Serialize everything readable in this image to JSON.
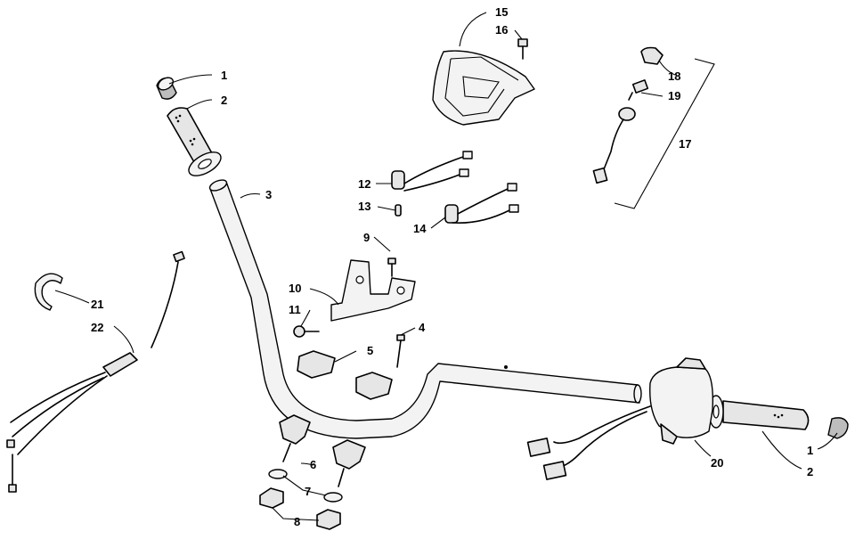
{
  "callouts": [
    {
      "id": "c1a",
      "text": "1"
    },
    {
      "id": "c2a",
      "text": "2"
    },
    {
      "id": "c3",
      "text": "3"
    },
    {
      "id": "c4",
      "text": "4"
    },
    {
      "id": "c5",
      "text": "5"
    },
    {
      "id": "c6",
      "text": "6"
    },
    {
      "id": "c7",
      "text": "7"
    },
    {
      "id": "c8",
      "text": "8"
    },
    {
      "id": "c9",
      "text": "9"
    },
    {
      "id": "c10",
      "text": "10"
    },
    {
      "id": "c11",
      "text": "11"
    },
    {
      "id": "c12",
      "text": "12"
    },
    {
      "id": "c13",
      "text": "13"
    },
    {
      "id": "c14",
      "text": "14"
    },
    {
      "id": "c15",
      "text": "15"
    },
    {
      "id": "c16",
      "text": "16"
    },
    {
      "id": "c17",
      "text": "17"
    },
    {
      "id": "c18",
      "text": "18"
    },
    {
      "id": "c19",
      "text": "19"
    },
    {
      "id": "c20",
      "text": "20"
    },
    {
      "id": "c1b",
      "text": "1"
    },
    {
      "id": "c2b",
      "text": "2"
    },
    {
      "id": "c21",
      "text": "21"
    },
    {
      "id": "c22",
      "text": "22"
    }
  ]
}
